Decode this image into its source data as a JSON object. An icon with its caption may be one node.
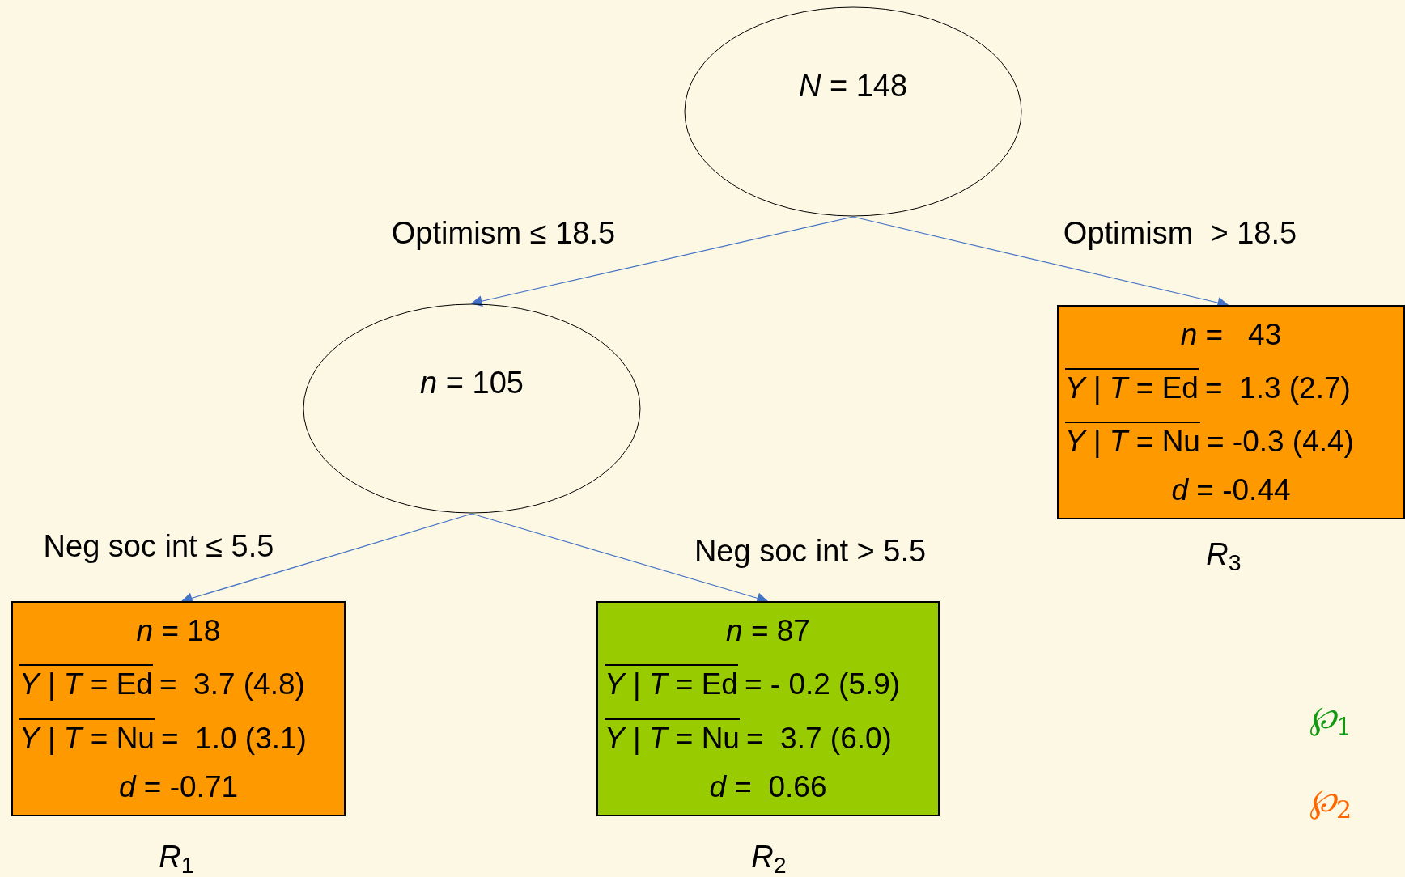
{
  "diagram": {
    "nodes": [
      {
        "text": [
          "*N* = 148"
        ]
      },
      {
        "text": [
          "*n* = 105"
        ]
      },
      {
        "text": [
          "*n* =   43",
          "*Y* | *T* = Ed",
          "=  1.3 (2.7)",
          "*Y* | *T* = Nu",
          "= -0.3 (4.4)",
          "*d* = -0.44"
        ],
        "beside": [
          "*R*$_{3}$"
        ]
      },
      {
        "text": [
          "*n* = 18",
          "*Y* | *T* = Ed",
          "=  3.7 (4.8)",
          "*Y* | *T* = Nu",
          "=  1.0 (3.1)",
          "*d* = -0.71"
        ],
        "beside": [
          "*R*$_{1}$"
        ]
      },
      {
        "text": [
          "*n* = 87",
          "*Y* | *T* = Ed",
          "= - 0.2 (5.9)",
          "*Y* | *T* = Nu",
          "=  3.7 (6.0)",
          "*d* =  0.66"
        ],
        "beside": [
          "*R*$_{2}$"
        ]
      }
    ],
    "edges": [
      {
        "from": 0,
        "to": 1,
        "arrow": "to",
        "label": "Optimism ≤ 18.5"
      },
      {
        "from": 0,
        "to": 2,
        "arrow": "to",
        "label": "Optimism  > 18.5"
      },
      {
        "from": 1,
        "to": 3,
        "arrow": "to",
        "label": "Neg soc int ≤ 5.5"
      },
      {
        "from": 1,
        "to": 4,
        "arrow": "to",
        "label": "Neg soc int > 5.5"
      }
    ],
    "legend": [
      {
        "text": "*℘*$_{1}$",
        "color": "#119911"
      },
      {
        "text": "*℘*$_{2}$",
        "color": "#ff6600"
      }
    ]
  }
}
